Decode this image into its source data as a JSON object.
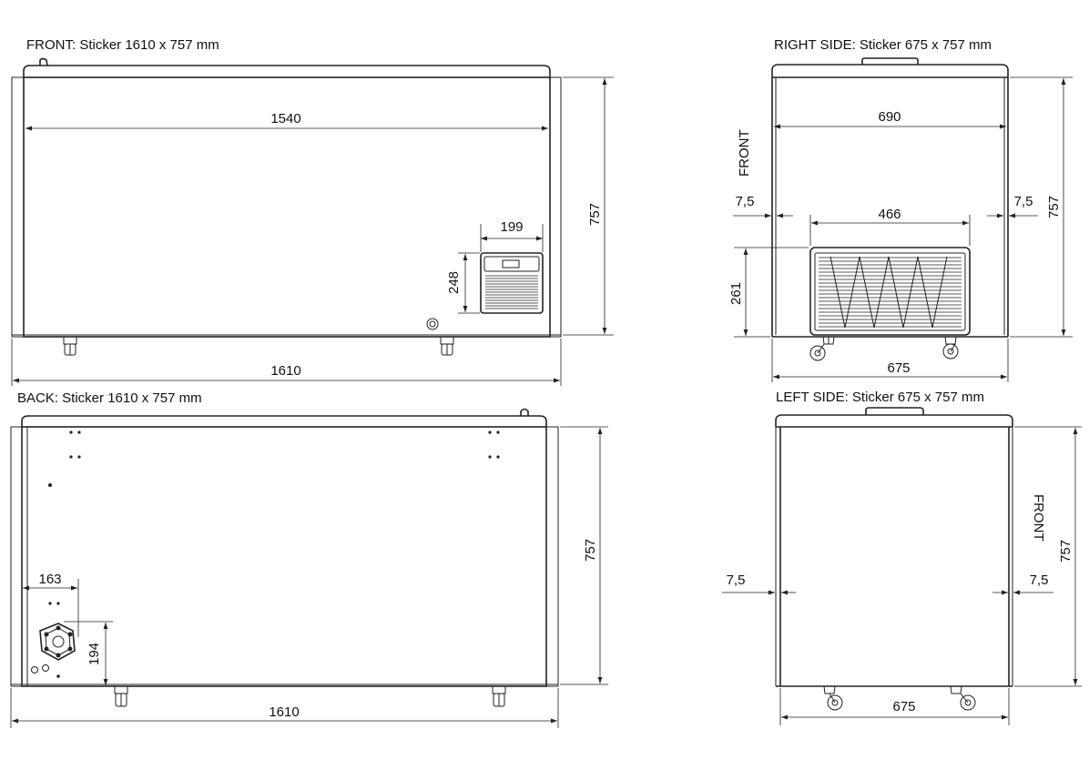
{
  "views": {
    "front": {
      "title": "FRONT: Sticker 1610 x 757 mm",
      "dims": {
        "inner_width": "1540",
        "cooler_width": "199",
        "cooler_height": "248",
        "height": "757",
        "total_width": "1610"
      }
    },
    "right": {
      "title": "RIGHT SIDE: Sticker 675 x 757 mm",
      "orientation": "FRONT",
      "dims": {
        "top_width": "690",
        "offset_left": "7,5",
        "offset_right": "7,5",
        "grille_width": "466",
        "grille_height": "261",
        "height": "757",
        "bottom_width": "675"
      }
    },
    "back": {
      "title": "BACK: Sticker 1610 x 757 mm",
      "dims": {
        "offset_x": "163",
        "offset_y": "194",
        "height": "757",
        "total_width": "1610"
      }
    },
    "left": {
      "title": "LEFT SIDE: Sticker 675 x 757 mm",
      "orientation": "FRONT",
      "dims": {
        "offset_left": "7,5",
        "offset_right": "7,5",
        "height": "757",
        "bottom_width": "675"
      }
    }
  }
}
